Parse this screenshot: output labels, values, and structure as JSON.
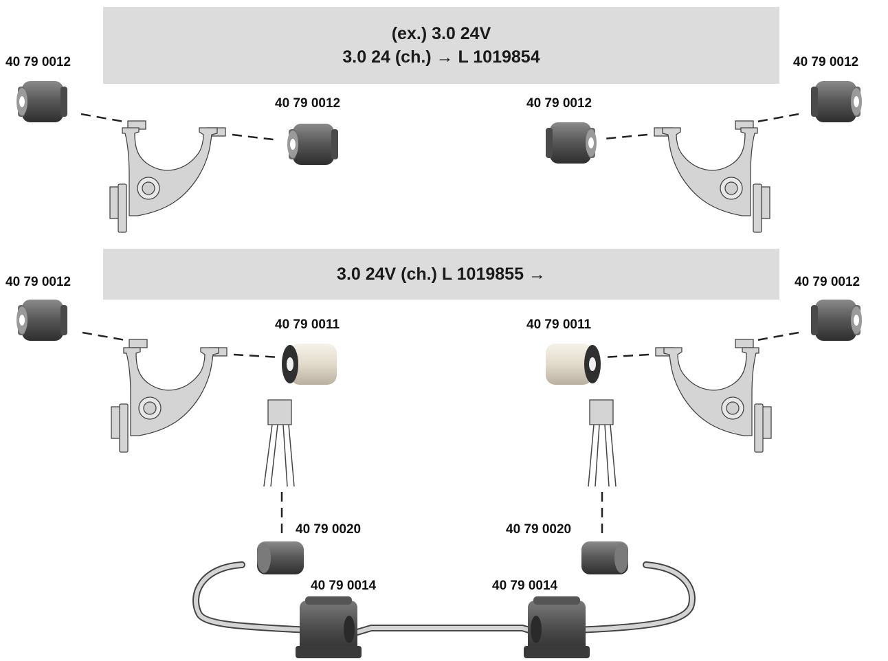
{
  "banners": {
    "top": {
      "line1": "(ex.) 3.0 24V",
      "line2": "3.0 24 (ch.) → L 1019854"
    },
    "middle": {
      "line1": "3.0 24V  (ch.) L 1019855 →"
    }
  },
  "labels": {
    "top_left_outer": "40 79 0012",
    "top_left_inner": "40 79 0012",
    "top_right_inner": "40 79 0012",
    "top_right_outer": "40 79 0012",
    "mid_left_outer": "40 79 0012",
    "mid_left_inner": "40 79 0011",
    "mid_right_inner": "40 79 0011",
    "mid_right_outer": "40 79 0012",
    "link_left": "40 79 0020",
    "link_right": "40 79 0020",
    "sway_left": "40 79 0014",
    "sway_right": "40 79 0014"
  },
  "colors": {
    "banner_bg": "#dcdcdc",
    "arm_fill": "#d4d4d4",
    "bushing_dark": "#5a5a5a",
    "bushing_light": "#e6dfd2"
  }
}
